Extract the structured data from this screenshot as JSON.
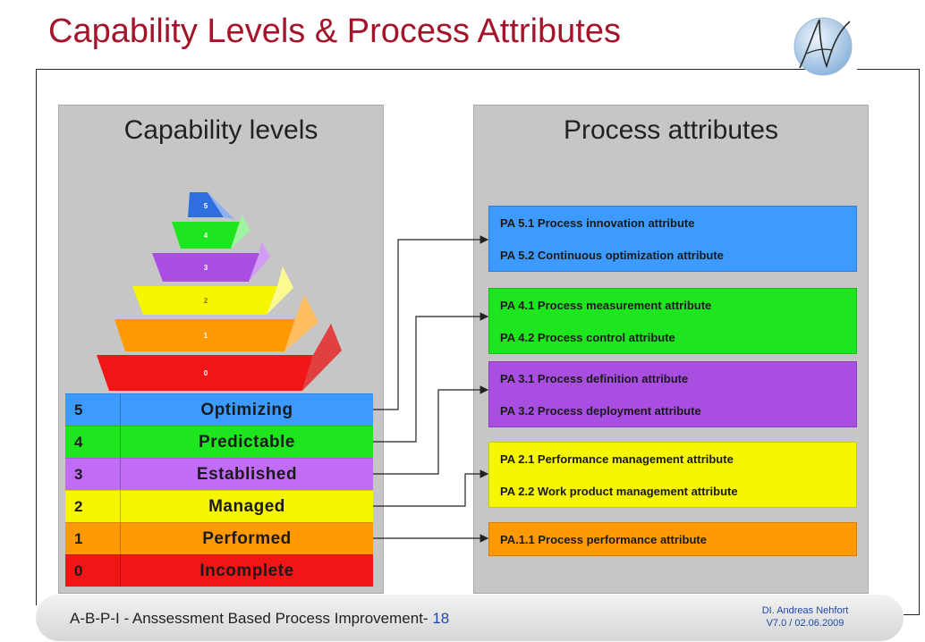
{
  "slide": {
    "title": "Capability Levels & Process Attributes"
  },
  "left_panel": {
    "title": "Capability levels",
    "pyramid_labels": [
      "5",
      "4",
      "3",
      "2",
      "1",
      "0"
    ],
    "levels": [
      {
        "num": "5",
        "name": "Optimizing",
        "color": "#3d9bff"
      },
      {
        "num": "4",
        "name": "Predictable",
        "color": "#1ee61e"
      },
      {
        "num": "3",
        "name": "Established",
        "color": "#c16cf5"
      },
      {
        "num": "2",
        "name": "Managed",
        "color": "#f6f600"
      },
      {
        "num": "1",
        "name": "Performed",
        "color": "#ff9a05"
      },
      {
        "num": "0",
        "name": "Incomplete",
        "color": "#f01616"
      }
    ]
  },
  "right_panel": {
    "title": "Process attributes",
    "groups": [
      {
        "color": "#3d9bff",
        "items": [
          "PA 5.1 Process innovation attribute",
          "PA 5.2 Continuous optimization attribute"
        ]
      },
      {
        "color": "#1ee61e",
        "items": [
          "PA 4.1 Process measurement attribute",
          "PA 4.2 Process control attribute"
        ]
      },
      {
        "color": "#a84ee0",
        "items": [
          "PA 3.1 Process definition attribute",
          "PA 3.2 Process deployment attribute"
        ]
      },
      {
        "color": "#f6f600",
        "items": [
          "PA 2.1 Performance management attribute",
          "PA 2.2 Work product management attribute"
        ]
      },
      {
        "color": "#ff9a05",
        "items": [
          "PA.1.1 Process performance attribute"
        ]
      }
    ]
  },
  "footer": {
    "text": "A-B-P-I - Anssessment Based Process Improvement-",
    "page_number": "18",
    "author": "DI. Andreas Nehfort",
    "version": "V7.0  /  02.06.2009"
  }
}
